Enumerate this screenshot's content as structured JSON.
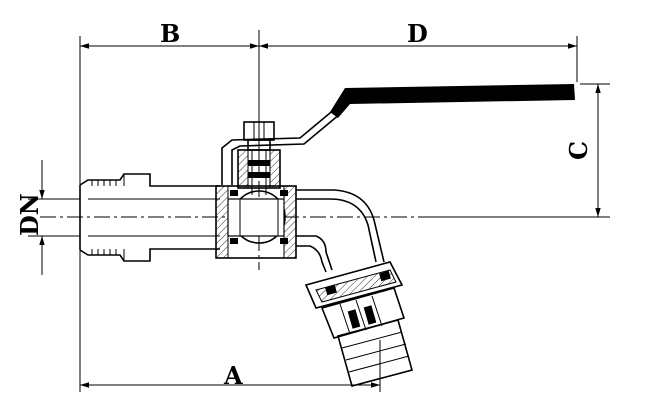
{
  "dimensions": {
    "A": "A",
    "B": "B",
    "C": "C",
    "D": "D",
    "DN": "DN"
  },
  "colors": {
    "ink": "#000000",
    "background": "#ffffff",
    "handle": "#000000"
  }
}
